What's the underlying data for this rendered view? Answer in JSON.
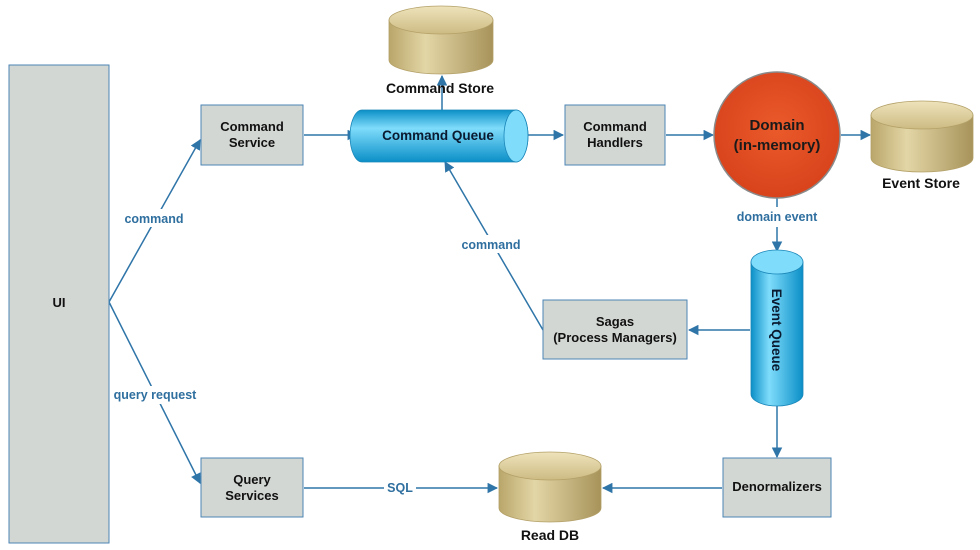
{
  "nodes": {
    "ui": "UI",
    "command_service": [
      "Command",
      "Service"
    ],
    "command_queue": "Command Queue",
    "command_store": "Command Store",
    "command_handlers": [
      "Command",
      "Handlers"
    ],
    "domain": [
      "Domain",
      "(in-memory)"
    ],
    "event_store": "Event Store",
    "event_queue": "Event Queue",
    "sagas": [
      "Sagas",
      "(Process Managers)"
    ],
    "query_services": [
      "Query",
      "Services"
    ],
    "read_db": "Read DB",
    "denormalizers": "Denormalizers"
  },
  "edge_labels": {
    "ui_command": "command",
    "ui_query": "query request",
    "saga_command": "command",
    "domain_event": "domain event",
    "sql": "SQL"
  },
  "colors": {
    "box_fill": "#d3d7d3",
    "box_stroke": "#4b86b4",
    "edge": "#2f75a8",
    "edge_label": "#2f6f9f",
    "domain_fill": "#e24b22",
    "cylinder_fill": "#d3c28c",
    "queue_fill": "#29b6e6"
  }
}
